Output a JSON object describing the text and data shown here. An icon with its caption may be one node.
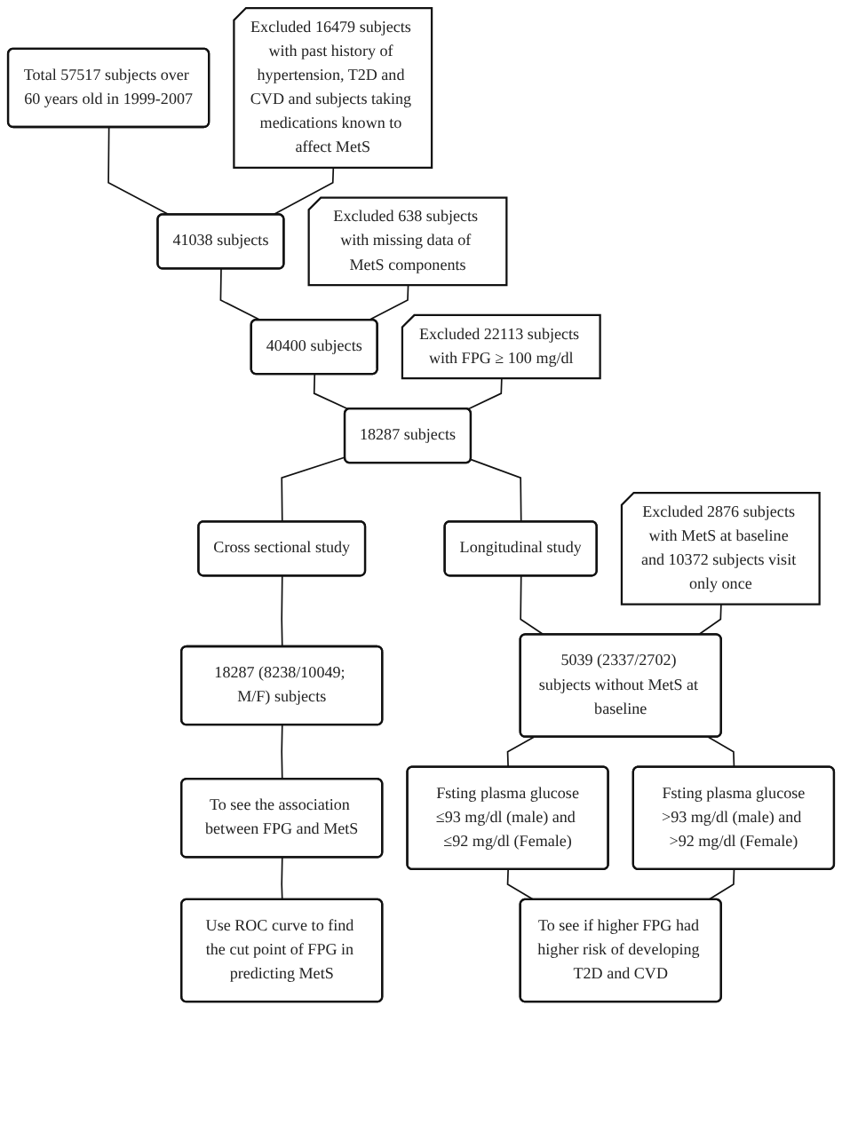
{
  "diagram": {
    "nodes": [
      {
        "text": [
          "Total 57517 subjects over 60 years old in 1999-2007"
        ]
      },
      {
        "text": [
          "Excluded 16479 subjects with past history of hypertension, T2D and CVD and subjects taking medications known to affect MetS"
        ]
      },
      {
        "text": [
          "41038 subjects"
        ]
      },
      {
        "text": [
          "Excluded 638 subjects with missing data of MetS components"
        ]
      },
      {
        "text": [
          "40400 subjects"
        ]
      },
      {
        "text": [
          "Excluded 22113 subjects with FPG ≥ 100 mg/dl"
        ]
      },
      {
        "text": [
          "18287 subjects"
        ]
      },
      {
        "text": [
          "Cross sectional study"
        ]
      },
      {
        "text": [
          "Longitudinal study"
        ]
      },
      {
        "text": [
          "Excluded 2876 subjects with MetS at baseline and 10372 subjects visit only once"
        ]
      },
      {
        "text": [
          "18287 (8238/10049; M/F) subjects"
        ]
      },
      {
        "text": [
          "5039 (2337/2702) subjects without MetS at baseline"
        ]
      },
      {
        "text": [
          "To see the association between FPG and MetS"
        ]
      },
      {
        "text": [
          "Fsting plasma glucose",
          "≤93 mg/dl (male) and ≤92 mg/dl (Female)"
        ]
      },
      {
        "text": [
          "Fsting plasma glucose",
          ">93 mg/dl (male) and >92 mg/dl (Female)"
        ]
      },
      {
        "text": [
          "Use ROC curve to find the cut point of FPG in predicting MetS"
        ]
      },
      {
        "text": [
          "To see if higher FPG had higher risk of developing T2D and CVD"
        ]
      }
    ],
    "edges": [
      {
        "from": 0,
        "to": 2,
        "arrow": "none"
      },
      {
        "from": 1,
        "to": 2,
        "arrow": "none"
      },
      {
        "from": 2,
        "to": 4,
        "arrow": "none"
      },
      {
        "from": 3,
        "to": 4,
        "arrow": "none"
      },
      {
        "from": 4,
        "to": 6,
        "arrow": "none"
      },
      {
        "from": 5,
        "to": 6,
        "arrow": "none"
      },
      {
        "from": 6,
        "to": 7,
        "arrow": "none"
      },
      {
        "from": 6,
        "to": 8,
        "arrow": "none"
      },
      {
        "from": 7,
        "to": 10,
        "arrow": "none"
      },
      {
        "from": 8,
        "to": 11,
        "arrow": "none"
      },
      {
        "from": 9,
        "to": 11,
        "arrow": "none"
      },
      {
        "from": 10,
        "to": 12,
        "arrow": "none"
      },
      {
        "from": 12,
        "to": 15,
        "arrow": "none"
      },
      {
        "from": 11,
        "to": 13,
        "arrow": "none"
      },
      {
        "from": 11,
        "to": 14,
        "arrow": "none"
      },
      {
        "from": 13,
        "to": 16,
        "arrow": "none"
      },
      {
        "from": 14,
        "to": 16,
        "arrow": "none"
      }
    ]
  }
}
